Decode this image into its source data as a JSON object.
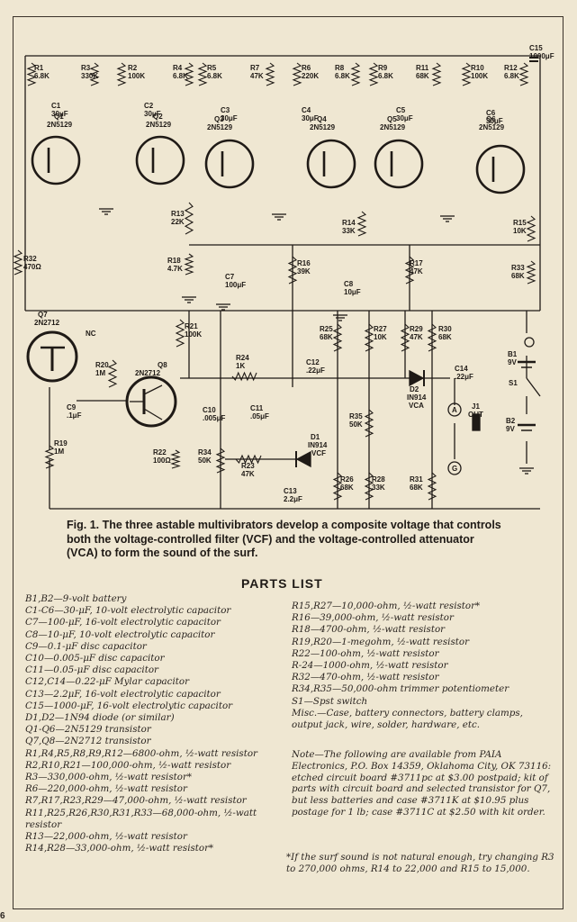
{
  "schematic": {
    "resistors": [
      {
        "ref": "R1",
        "val": "6.8K"
      },
      {
        "ref": "R3",
        "val": "330K"
      },
      {
        "ref": "R2",
        "val": "100K"
      },
      {
        "ref": "R4",
        "val": "6.8K"
      },
      {
        "ref": "R5",
        "val": "6.8K"
      },
      {
        "ref": "R7",
        "val": "47K"
      },
      {
        "ref": "R6",
        "val": "220K"
      },
      {
        "ref": "R8",
        "val": "6.8K"
      },
      {
        "ref": "R9",
        "val": "6.8K"
      },
      {
        "ref": "R11",
        "val": "68K"
      },
      {
        "ref": "R10",
        "val": "100K"
      },
      {
        "ref": "R12",
        "val": "6.8K"
      },
      {
        "ref": "R13",
        "val": "22K"
      },
      {
        "ref": "R14",
        "val": "33K"
      },
      {
        "ref": "R15",
        "val": "10K"
      },
      {
        "ref": "R18",
        "val": "4.7K"
      },
      {
        "ref": "R32",
        "val": "470Ω"
      },
      {
        "ref": "R16",
        "val": "39K"
      },
      {
        "ref": "R17",
        "val": "47K"
      },
      {
        "ref": "R33",
        "val": "68K"
      },
      {
        "ref": "R21",
        "val": "100K"
      },
      {
        "ref": "R25",
        "val": "68K"
      },
      {
        "ref": "R27",
        "val": "10K"
      },
      {
        "ref": "R29",
        "val": "47K"
      },
      {
        "ref": "R30",
        "val": "68K"
      },
      {
        "ref": "R20",
        "val": "1M"
      },
      {
        "ref": "R24",
        "val": "1K"
      },
      {
        "ref": "R35",
        "val": "50K"
      },
      {
        "ref": "R19",
        "val": "1M"
      },
      {
        "ref": "R22",
        "val": "100Ω"
      },
      {
        "ref": "R34",
        "val": "50K"
      },
      {
        "ref": "R23",
        "val": "47K"
      },
      {
        "ref": "R26",
        "val": "68K"
      },
      {
        "ref": "R28",
        "val": "33K"
      },
      {
        "ref": "R31",
        "val": "68K"
      }
    ],
    "transistors": [
      {
        "ref": "Q1",
        "type": "2N5129"
      },
      {
        "ref": "Q2",
        "type": "2N5129"
      },
      {
        "ref": "Q3",
        "type": "2N5129"
      },
      {
        "ref": "Q4",
        "type": "2N5129"
      },
      {
        "ref": "Q5",
        "type": "2N5129"
      },
      {
        "ref": "Q6",
        "type": "2N5129"
      },
      {
        "ref": "Q7",
        "type": "2N2712"
      },
      {
        "ref": "Q8",
        "type": "2N2712"
      }
    ],
    "capacitors": [
      {
        "ref": "C1",
        "val": "30μF"
      },
      {
        "ref": "C2",
        "val": "30μF"
      },
      {
        "ref": "C3",
        "val": "30μF"
      },
      {
        "ref": "C4",
        "val": "30μF"
      },
      {
        "ref": "C5",
        "val": "30μF"
      },
      {
        "ref": "C6",
        "val": "30μF"
      },
      {
        "ref": "C15",
        "val": "1000μF"
      },
      {
        "ref": "C7",
        "val": "100μF"
      },
      {
        "ref": "C8",
        "val": "10μF"
      },
      {
        "ref": "C9",
        "val": ".1μF"
      },
      {
        "ref": "C10",
        "val": ".005μF"
      },
      {
        "ref": "C11",
        "val": ".05μF"
      },
      {
        "ref": "C12",
        "val": ".22μF"
      },
      {
        "ref": "C14",
        "val": ".22μF"
      },
      {
        "ref": "C13",
        "val": "2.2μF"
      }
    ],
    "diodes": [
      {
        "ref": "D1",
        "type": "IN914",
        "role": "VCF"
      },
      {
        "ref": "D2",
        "type": "IN914",
        "role": "VCA"
      }
    ],
    "misc": {
      "nc": "NC",
      "b1": "B1",
      "b1v": "9V",
      "b2": "B2",
      "b2v": "9V",
      "s1": "S1",
      "j1": "J1",
      "out": "OUT",
      "a": "A",
      "g": "G"
    }
  },
  "caption": "Fig. 1. The three astable multivibrators develop a composite voltage that controls both the voltage-controlled filter (VCF) and the voltage-controlled attenuator (VCA) to form the sound of the surf.",
  "parts_title": "PARTS LIST",
  "parts_left": [
    "B1,B2—9-volt battery",
    "C1-C6—30-μF, 10-volt electrolytic capacitor",
    "C7—100-μF, 16-volt electrolytic capacitor",
    "C8—10-μF, 10-volt electrolytic capacitor",
    "C9—0.1-μF disc capacitor",
    "C10—0.005-μF disc capacitor",
    "C11—0.05-μF disc capacitor",
    "C12,C14—0.22-μF Mylar capacitor",
    "C13—2.2μF, 16-volt electrolytic capacitor",
    "C15—1000-μF, 16-volt electrolytic capacitor",
    "D1,D2—1N94 diode (or similar)",
    "Q1-Q6—2N5129 transistor",
    "Q7,Q8—2N2712 transistor",
    "R1,R4,R5,R8,R9,R12—6800-ohm, ½-watt resistor",
    "R2,R10,R21—100,000-ohm, ½-watt resistor",
    "R3—330,000-ohm, ½-watt resistor*",
    "R6—220,000-ohm, ½-watt resistor",
    "R7,R17,R23,R29—47,000-ohm, ½-watt resistor",
    "R11,R25,R26,R30,R31,R33—68,000-ohm, ½-watt resistor",
    "R13—22,000-ohm, ½-watt resistor",
    "R14,R28—33,000-ohm, ½-watt resistor*"
  ],
  "parts_right": [
    "R15,R27—10,000-ohm, ½-watt resistor*",
    "R16—39,000-ohm, ½-watt resistor",
    "R18—4700-ohm, ½-watt resistor",
    "R19,R20—1-megohm, ½-watt resistor",
    "R22—100-ohm, ½-watt resistor",
    "R-24—1000-ohm, ½-watt resistor",
    "R32—470-ohm, ½-watt resistor",
    "R34,R35—50,000-ohm trimmer potentiometer",
    "S1—Spst switch",
    "Misc.—Case, battery connectors, battery clamps, output jack, wire, solder, hardware, etc."
  ],
  "note": "Note—The following are available from PAIA Electronics, P.O. Box 14359, Oklahoma City, OK 73116: etched circuit board #3711pc at $3.00 postpaid; kit of parts with circuit board and selected transistor for Q7, but less batteries and case #3711K at $10.95 plus postage for 1 lb; case #3711C at $2.50 with kit order.",
  "footnote": "*If the surf sound is not natural enough, try changing R3 to 270,000 ohms, R14 to 22,000 and R15 to 15,000.",
  "page_number": "6"
}
